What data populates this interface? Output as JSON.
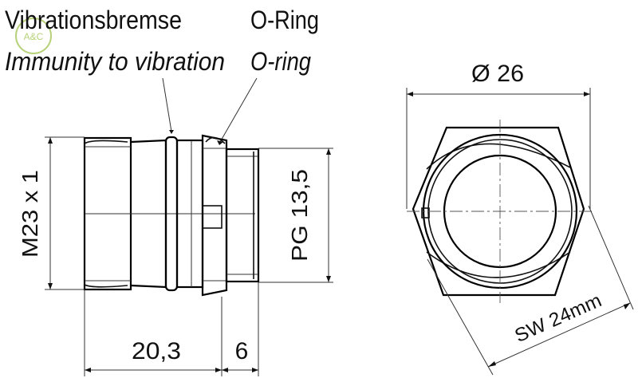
{
  "logo": {
    "text": "A&C",
    "color": "#b7d27a"
  },
  "callouts": {
    "vibration_de": "Vibrationsbremse",
    "vibration_en": "Immunity to vibration",
    "oring_de": "O-Ring",
    "oring_en": "O-ring"
  },
  "dimensions": {
    "thread_left": "M23 x 1",
    "thread_right": "PG 13,5",
    "length_body": "20,3",
    "length_thread": "6",
    "diameter": "Ø 26",
    "wrench": "SW 24mm"
  }
}
